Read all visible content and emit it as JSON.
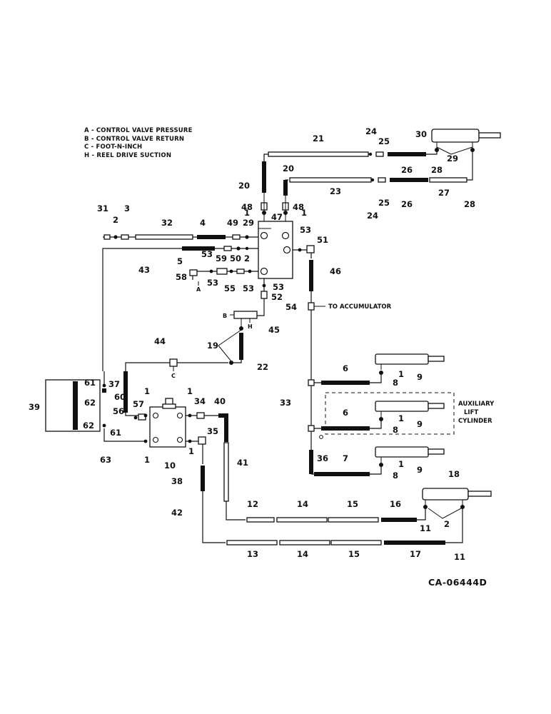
{
  "legend": {
    "A": "A - CONTROL VALVE PRESSURE",
    "B": "B - CONTROL VALVE RETURN",
    "C": "C - FOOT-N-INCH",
    "H": "H - REEL DRIVE SUCTION"
  },
  "drawing_code": "CA-06444D",
  "annotations": {
    "to_accumulator": "TO ACCUMULATOR",
    "aux_line1": "AUXILIARY",
    "aux_line2": "LIFT",
    "aux_line3": "CYLINDER"
  },
  "port_letters": {
    "A": "A",
    "B": "B",
    "C": "C",
    "H": "H"
  },
  "part_numbers": [
    {
      "id": "n31",
      "text": "31"
    },
    {
      "id": "n2a",
      "text": "2"
    },
    {
      "id": "n3",
      "text": "3"
    },
    {
      "id": "n32",
      "text": "32"
    },
    {
      "id": "n4",
      "text": "4"
    },
    {
      "id": "n49",
      "text": "49"
    },
    {
      "id": "n29a",
      "text": "29"
    },
    {
      "id": "n47",
      "text": "47"
    },
    {
      "id": "n53a",
      "text": "53"
    },
    {
      "id": "n51",
      "text": "51"
    },
    {
      "id": "n5",
      "text": "5"
    },
    {
      "id": "n53b",
      "text": "53"
    },
    {
      "id": "n59",
      "text": "59"
    },
    {
      "id": "n50",
      "text": "50"
    },
    {
      "id": "n2b",
      "text": "2"
    },
    {
      "id": "n43",
      "text": "43"
    },
    {
      "id": "n58",
      "text": "58"
    },
    {
      "id": "n53c",
      "text": "53"
    },
    {
      "id": "n55",
      "text": "55"
    },
    {
      "id": "n53d",
      "text": "53"
    },
    {
      "id": "n53e",
      "text": "53"
    },
    {
      "id": "n52",
      "text": "52"
    },
    {
      "id": "n46",
      "text": "46"
    },
    {
      "id": "n54",
      "text": "54"
    },
    {
      "id": "n45",
      "text": "45"
    },
    {
      "id": "n19",
      "text": "19"
    },
    {
      "id": "n22",
      "text": "22"
    },
    {
      "id": "n44",
      "text": "44"
    },
    {
      "id": "n21",
      "text": "21"
    },
    {
      "id": "n24a",
      "text": "24"
    },
    {
      "id": "n25a",
      "text": "25"
    },
    {
      "id": "n30",
      "text": "30"
    },
    {
      "id": "n20a",
      "text": "20"
    },
    {
      "id": "n20b",
      "text": "20"
    },
    {
      "id": "n26a",
      "text": "26"
    },
    {
      "id": "n28a",
      "text": "28"
    },
    {
      "id": "n29b",
      "text": "29"
    },
    {
      "id": "n23",
      "text": "23"
    },
    {
      "id": "n24b",
      "text": "24"
    },
    {
      "id": "n25b",
      "text": "25"
    },
    {
      "id": "n26b",
      "text": "26"
    },
    {
      "id": "n27",
      "text": "27"
    },
    {
      "id": "n28b",
      "text": "28"
    },
    {
      "id": "n48a",
      "text": "48"
    },
    {
      "id": "n48b",
      "text": "48"
    },
    {
      "id": "n1a",
      "text": "1"
    },
    {
      "id": "n1b",
      "text": "1"
    },
    {
      "id": "n39",
      "text": "39"
    },
    {
      "id": "n61a",
      "text": "61"
    },
    {
      "id": "n37",
      "text": "37"
    },
    {
      "id": "n62a",
      "text": "62"
    },
    {
      "id": "n60",
      "text": "60"
    },
    {
      "id": "n56",
      "text": "56"
    },
    {
      "id": "n57",
      "text": "57"
    },
    {
      "id": "n1c",
      "text": "1"
    },
    {
      "id": "n1d",
      "text": "1"
    },
    {
      "id": "n34",
      "text": "34"
    },
    {
      "id": "n40",
      "text": "40"
    },
    {
      "id": "n62b",
      "text": "62"
    },
    {
      "id": "n61b",
      "text": "61"
    },
    {
      "id": "n63",
      "text": "63"
    },
    {
      "id": "n1e",
      "text": "1"
    },
    {
      "id": "n10",
      "text": "10"
    },
    {
      "id": "n1f",
      "text": "1"
    },
    {
      "id": "n35",
      "text": "35"
    },
    {
      "id": "n41",
      "text": "41"
    },
    {
      "id": "n38",
      "text": "38"
    },
    {
      "id": "n42",
      "text": "42"
    },
    {
      "id": "n6a",
      "text": "6"
    },
    {
      "id": "n1g",
      "text": "1"
    },
    {
      "id": "n8a",
      "text": "8"
    },
    {
      "id": "n9a",
      "text": "9"
    },
    {
      "id": "n33",
      "text": "33"
    },
    {
      "id": "n6b",
      "text": "6"
    },
    {
      "id": "n1h",
      "text": "1"
    },
    {
      "id": "n8b",
      "text": "8"
    },
    {
      "id": "n9b",
      "text": "9"
    },
    {
      "id": "n36",
      "text": "36"
    },
    {
      "id": "n7",
      "text": "7"
    },
    {
      "id": "n1i",
      "text": "1"
    },
    {
      "id": "n8c",
      "text": "8"
    },
    {
      "id": "n9c",
      "text": "9"
    },
    {
      "id": "n18",
      "text": "18"
    },
    {
      "id": "n12",
      "text": "12"
    },
    {
      "id": "n14a",
      "text": "14"
    },
    {
      "id": "n15a",
      "text": "15"
    },
    {
      "id": "n16",
      "text": "16"
    },
    {
      "id": "n2c",
      "text": "2"
    },
    {
      "id": "n11a",
      "text": "11"
    },
    {
      "id": "n13",
      "text": "13"
    },
    {
      "id": "n14b",
      "text": "14"
    },
    {
      "id": "n15b",
      "text": "15"
    },
    {
      "id": "n17",
      "text": "17"
    },
    {
      "id": "n11b",
      "text": "11"
    }
  ]
}
